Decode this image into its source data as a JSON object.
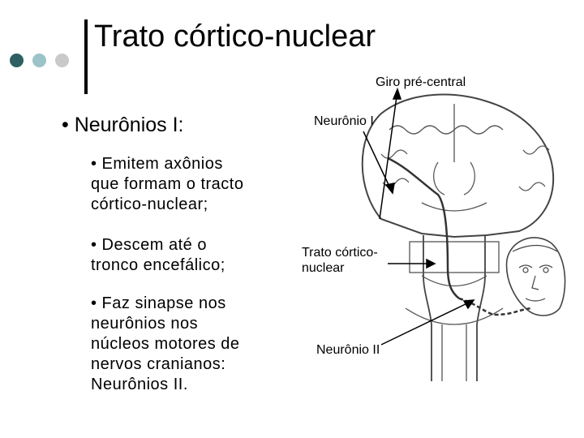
{
  "slide": {
    "title": "Trato córtico-nuclear",
    "main_bullet": "• Neurônios I:",
    "sub_bullets": [
      {
        "lines": [
          "• Emitem axônios",
          "que formam o tracto",
          "córtico-nuclear;"
        ]
      },
      {
        "lines": [
          "• Descem até o",
          "tronco encefálico;"
        ]
      },
      {
        "lines": [
          "• Faz sinapse nos",
          "neurônios nos",
          "núcleos motores de",
          "nervos cranianos:",
          "Neurônios II."
        ]
      }
    ]
  },
  "figure": {
    "labels": {
      "giro": "Giro pré-central",
      "neuronio_1": "Neurônio I",
      "trato_line1": "Trato córtico-",
      "trato_line2": "nuclear",
      "neuronio_2": "Neurônio II"
    }
  },
  "colors": {
    "dot_dark": "#2e5f63",
    "dot_mid": "#9cc4c8",
    "dot_light": "#c9c9c9",
    "accent_bar": "#000000"
  }
}
